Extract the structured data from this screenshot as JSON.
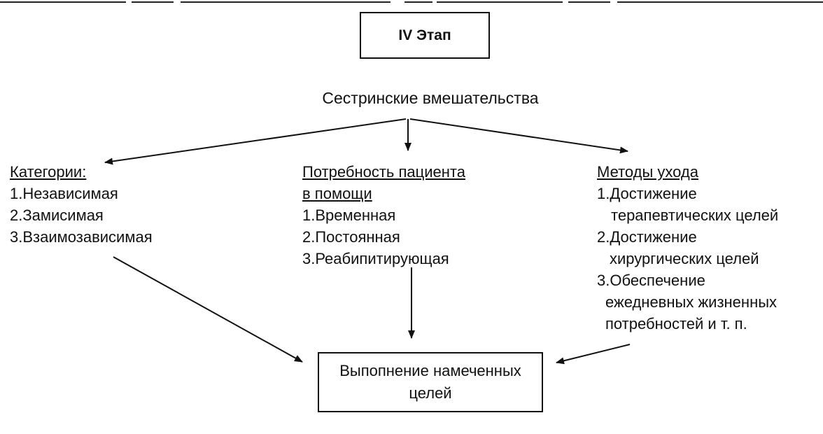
{
  "stage": {
    "label": "IV  Этап"
  },
  "center_title": "Сестринские вмешательства",
  "categories": {
    "heading": "Категории:",
    "items": [
      "1.Независимая",
      "2.Замисимая",
      "3.Взаимозависимая"
    ]
  },
  "patient_need": {
    "heading_line1": "Потребность пациента",
    "heading_line2": "в помощи",
    "items": [
      "1.Временная",
      "2.Постоянная",
      "3.Реабипитирующая"
    ]
  },
  "care_methods": {
    "heading": "Методы ухода",
    "item1_line1": "1.Достижение",
    "item1_line2": "терапевтических целей",
    "item2_line1": "2.Достижение",
    "item2_line2": "хирургических целей",
    "item3_line1": "3.Обеспечение",
    "item3_line2": "ежедневных жизненных",
    "item3_line3": "потребностей и т. п."
  },
  "result": {
    "line1": "Выпопнение намеченных",
    "line2": "целей"
  }
}
